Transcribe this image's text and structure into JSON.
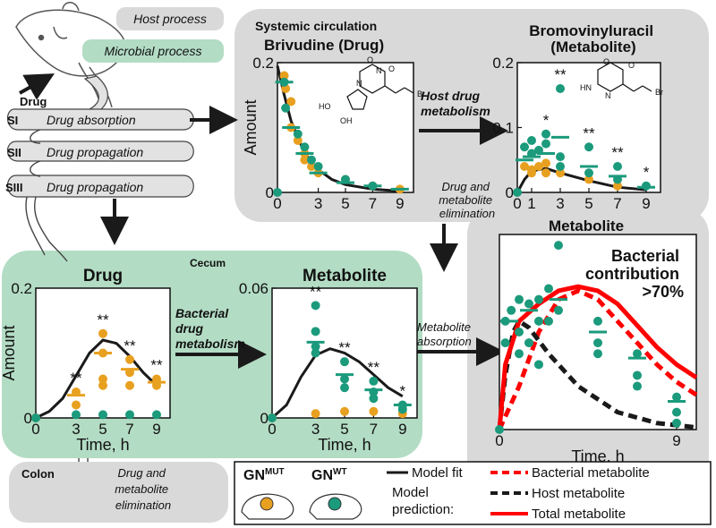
{
  "legend_host": "Host process",
  "legend_microbial": "Microbial process",
  "drug_label": "Drug",
  "sections": {
    "si": "SI",
    "sii": "SII",
    "siii": "SIII",
    "cecum": "Cecum",
    "colon": "Colon"
  },
  "process_labels": {
    "absorption": "Drug absorption",
    "propagation1": "Drug propagation",
    "propagation2": "Drug propagation",
    "host_metabolism": [
      "Host drug",
      "metabolism"
    ],
    "bacterial_metabolism": [
      "Bacterial",
      "drug",
      "metabolism"
    ],
    "elimination_top": [
      "Drug and",
      "metabolite",
      "elimination"
    ],
    "elimination_bottom": [
      "Drug and",
      "metabolite",
      "elimination"
    ],
    "metabolite_absorption": [
      "Metabolite",
      "absorption"
    ]
  },
  "systemic_header": "Systemic circulation",
  "brivudine_title": "Brivudine (Drug)",
  "bvu_title": [
    "Bromovinyluracil",
    "(Metabolite)"
  ],
  "metabolite_title": "Metabolite",
  "bacterial_contribution": [
    "Bacterial",
    "contribution",
    ">70%"
  ],
  "mol_labels": {
    "o": "O",
    "n": "N",
    "hn": "HN",
    "br": "Br",
    "ho": "HO",
    "oh": "OH"
  },
  "legend_box": {
    "gn_mut": "GN",
    "mut_sup": "MUT",
    "gn_wt": "GN",
    "wt_sup": "WT",
    "model_fit": "Model fit",
    "model_prediction": [
      "Model",
      "prediction:"
    ],
    "bacterial_metabolite": "Bacterial metabolite",
    "host_metabolite": "Host metabolite",
    "total_metabolite": "Total metabolite"
  },
  "colors": {
    "host_gray": "#d9d9d9",
    "microbial_green": "#b3dcc4",
    "gn_mut": "#e8a020",
    "gn_wt": "#1b9a7c",
    "red": "#ff0000",
    "black": "#1a1a1a"
  },
  "chart_data": [
    {
      "type": "scatter",
      "id": "brivudine",
      "title": "Brivudine (Drug)",
      "ylabel": "Amount",
      "xticks": [
        "0",
        "3",
        "5",
        "7",
        "9"
      ],
      "yticks": [
        "0",
        "0.2"
      ],
      "xlim": [
        0,
        10
      ],
      "ylim": [
        0,
        0.2
      ],
      "annotations": [],
      "series": [
        {
          "group": "GN_MUT",
          "points": [
            [
              0.5,
              0.18
            ],
            [
              0.6,
              0.16
            ],
            [
              1,
              0.14
            ],
            [
              1,
              0.1
            ],
            [
              1.5,
              0.08
            ],
            [
              2,
              0.06
            ],
            [
              2,
              0.05
            ],
            [
              2.5,
              0.04
            ],
            [
              3,
              0.03
            ],
            [
              5,
              0.02
            ],
            [
              7,
              0.01
            ],
            [
              9,
              0.005
            ]
          ]
        },
        {
          "group": "GN_WT",
          "points": [
            [
              0,
              0
            ],
            [
              0.5,
              0.17
            ],
            [
              0.6,
              0.13
            ],
            [
              1.5,
              0.09
            ],
            [
              2,
              0.07
            ],
            [
              2.5,
              0.05
            ],
            [
              3,
              0.04
            ],
            [
              5,
              0.02
            ],
            [
              7,
              0.01
            ]
          ]
        }
      ],
      "means": [
        [
          0.5,
          0.17
        ],
        [
          1,
          0.1
        ],
        [
          2,
          0.06
        ],
        [
          3,
          0.03
        ],
        [
          5,
          0.015
        ],
        [
          7,
          0.01
        ],
        [
          9,
          0.005
        ]
      ],
      "fit": [
        [
          0,
          0.195
        ],
        [
          0.5,
          0.15
        ],
        [
          1,
          0.11
        ],
        [
          2,
          0.06
        ],
        [
          3,
          0.035
        ],
        [
          4,
          0.02
        ],
        [
          5,
          0.012
        ],
        [
          7,
          0.005
        ],
        [
          9,
          0.002
        ]
      ]
    },
    {
      "type": "scatter",
      "id": "bvu",
      "title": "Bromovinyluracil (Metabolite)",
      "xticks": [
        "0",
        "1",
        "3",
        "5",
        "7",
        "9"
      ],
      "yticks": [
        "0",
        "0.1",
        "0.2"
      ],
      "xlim": [
        0,
        10
      ],
      "ylim": [
        0,
        0.2
      ],
      "annotations": [
        {
          "x": 3,
          "text": "**"
        },
        {
          "x": 2,
          "text": "*"
        },
        {
          "x": 5,
          "text": "**"
        },
        {
          "x": 7,
          "text": "**"
        },
        {
          "x": 9,
          "text": "*"
        }
      ],
      "series": [
        {
          "group": "GN_MUT",
          "points": [
            [
              0.5,
              0.04
            ],
            [
              1,
              0.035
            ],
            [
              1,
              0.03
            ],
            [
              1.5,
              0.04
            ],
            [
              2,
              0.03
            ],
            [
              2,
              0.045
            ],
            [
              3,
              0.03
            ],
            [
              5,
              0.02
            ],
            [
              7,
              0.01
            ]
          ]
        },
        {
          "group": "GN_WT",
          "points": [
            [
              0,
              0
            ],
            [
              0.5,
              0.07
            ],
            [
              1,
              0.06
            ],
            [
              1,
              0.08
            ],
            [
              1.5,
              0.065
            ],
            [
              2,
              0.09
            ],
            [
              2,
              0.075
            ],
            [
              3,
              0.16
            ],
            [
              3,
              0.055
            ],
            [
              3,
              0.04
            ],
            [
              5,
              0.07
            ],
            [
              5,
              0.03
            ],
            [
              7,
              0.04
            ],
            [
              7,
              0.02
            ],
            [
              9,
              0.01
            ]
          ]
        }
      ],
      "means": [
        [
          0.5,
          0.05
        ],
        [
          1,
          0.055
        ],
        [
          2,
          0.06
        ],
        [
          3,
          0.085
        ],
        [
          5,
          0.04
        ],
        [
          7,
          0.025
        ],
        [
          9,
          0.008
        ]
      ],
      "fit": [
        [
          0,
          0
        ],
        [
          0.5,
          0.02
        ],
        [
          1,
          0.033
        ],
        [
          2,
          0.037
        ],
        [
          3,
          0.03
        ],
        [
          5,
          0.018
        ],
        [
          7,
          0.008
        ],
        [
          9,
          0.004
        ]
      ]
    },
    {
      "type": "scatter",
      "id": "cecum_drug",
      "title": "Drug",
      "xlabel": "Time, h",
      "ylabel": "Amount",
      "xticks": [
        "0",
        "3",
        "5",
        "7",
        "9"
      ],
      "yticks": [
        "0",
        "0.2"
      ],
      "xlim": [
        0,
        10
      ],
      "ylim": [
        0,
        0.2
      ],
      "annotations": [
        {
          "x": 3,
          "text": "**"
        },
        {
          "x": 5,
          "text": "**"
        },
        {
          "x": 7,
          "text": "**"
        },
        {
          "x": 9,
          "text": "**"
        }
      ],
      "series": [
        {
          "group": "GN_MUT",
          "points": [
            [
              0,
              0
            ],
            [
              3,
              0.04
            ],
            [
              3,
              0.02
            ],
            [
              5,
              0.13
            ],
            [
              5,
              0.1
            ],
            [
              5,
              0.06
            ],
            [
              5,
              0.05
            ],
            [
              7,
              0.09
            ],
            [
              7,
              0.07
            ],
            [
              7,
              0.05
            ],
            [
              9,
              0.06
            ],
            [
              9,
              0.05
            ]
          ]
        },
        {
          "group": "GN_WT",
          "points": [
            [
              0,
              0
            ],
            [
              3,
              0.005
            ],
            [
              5,
              0.005
            ],
            [
              7,
              0.005
            ],
            [
              9,
              0.005
            ]
          ]
        }
      ],
      "means": [
        [
          3,
          0.035
        ],
        [
          5,
          0.1
        ],
        [
          7,
          0.075
        ],
        [
          9,
          0.055
        ]
      ],
      "fit": [
        [
          0,
          0
        ],
        [
          1,
          0.01
        ],
        [
          2,
          0.03
        ],
        [
          3,
          0.065
        ],
        [
          4,
          0.1
        ],
        [
          5,
          0.12
        ],
        [
          6,
          0.115
        ],
        [
          7,
          0.095
        ],
        [
          8,
          0.07
        ],
        [
          9,
          0.05
        ]
      ]
    },
    {
      "type": "scatter",
      "id": "cecum_metabolite",
      "title": "Metabolite",
      "xlabel": "Time, h",
      "xticks": [
        "0",
        "3",
        "5",
        "7",
        "9"
      ],
      "yticks": [
        "0",
        "0.06"
      ],
      "xlim": [
        0,
        10
      ],
      "ylim": [
        0,
        0.06
      ],
      "annotations": [
        {
          "x": 3,
          "text": "**"
        },
        {
          "x": 5,
          "text": "**"
        },
        {
          "x": 7,
          "text": "**"
        },
        {
          "x": 9,
          "text": "*"
        }
      ],
      "series": [
        {
          "group": "GN_MUT",
          "points": [
            [
              0,
              0
            ],
            [
              3,
              0.002
            ],
            [
              5,
              0.003
            ],
            [
              7,
              0.003
            ],
            [
              9,
              0.002
            ]
          ]
        },
        {
          "group": "GN_WT",
          "points": [
            [
              0,
              0
            ],
            [
              3,
              0.052
            ],
            [
              3,
              0.04
            ],
            [
              3,
              0.033
            ],
            [
              3,
              0.03
            ],
            [
              5,
              0.026
            ],
            [
              5,
              0.018
            ],
            [
              5,
              0.014
            ],
            [
              7,
              0.017
            ],
            [
              7,
              0.012
            ],
            [
              7,
              0.009
            ],
            [
              9,
              0.006
            ],
            [
              9,
              0.004
            ]
          ]
        }
      ],
      "means": [
        [
          3,
          0.035
        ],
        [
          5,
          0.02
        ],
        [
          7,
          0.013
        ],
        [
          9,
          0.006
        ]
      ],
      "fit": [
        [
          0,
          0
        ],
        [
          1,
          0.006
        ],
        [
          2,
          0.019
        ],
        [
          3,
          0.029
        ],
        [
          4,
          0.032
        ],
        [
          5,
          0.03
        ],
        [
          6,
          0.026
        ],
        [
          7,
          0.02
        ],
        [
          8,
          0.014
        ],
        [
          9,
          0.01
        ]
      ]
    },
    {
      "type": "line",
      "id": "systemic_metabolite",
      "title": "Metabolite",
      "xlabel": "Time, h",
      "xticks": [
        "0",
        "9"
      ],
      "xlim": [
        0,
        10
      ],
      "ylim": [
        0,
        0.09
      ],
      "series": [
        {
          "name": "Bacterial metabolite",
          "style": "dashed-red",
          "points": [
            [
              0,
              0
            ],
            [
              1,
              0.02
            ],
            [
              2,
              0.045
            ],
            [
              3,
              0.06
            ],
            [
              4,
              0.064
            ],
            [
              5,
              0.06
            ],
            [
              6,
              0.05
            ],
            [
              7,
              0.04
            ],
            [
              8,
              0.03
            ],
            [
              9,
              0.022
            ],
            [
              10,
              0.016
            ]
          ]
        },
        {
          "name": "Host metabolite",
          "style": "dashed-black",
          "points": [
            [
              0,
              0
            ],
            [
              0.3,
              0.025
            ],
            [
              0.7,
              0.045
            ],
            [
              1,
              0.05
            ],
            [
              1.5,
              0.047
            ],
            [
              2.5,
              0.035
            ],
            [
              4,
              0.02
            ],
            [
              6,
              0.008
            ],
            [
              8,
              0.003
            ],
            [
              10,
              0.001
            ]
          ]
        },
        {
          "name": "Total metabolite",
          "style": "solid-red",
          "points": [
            [
              0,
              0
            ],
            [
              0.3,
              0.03
            ],
            [
              1,
              0.05
            ],
            [
              2,
              0.058
            ],
            [
              3,
              0.064
            ],
            [
              4,
              0.066
            ],
            [
              5,
              0.064
            ],
            [
              6,
              0.058
            ],
            [
              7,
              0.048
            ],
            [
              8,
              0.038
            ],
            [
              9,
              0.03
            ],
            [
              10,
              0.024
            ]
          ]
        }
      ],
      "scatter": [
        {
          "group": "GN_WT",
          "points": [
            [
              0,
              0
            ],
            [
              0.3,
              0.04
            ],
            [
              0.3,
              0.05
            ],
            [
              0.6,
              0.055
            ],
            [
              1,
              0.06
            ],
            [
              1,
              0.045
            ],
            [
              1,
              0.035
            ],
            [
              1.5,
              0.058
            ],
            [
              1.5,
              0.04
            ],
            [
              2,
              0.06
            ],
            [
              2,
              0.05
            ],
            [
              2,
              0.03
            ],
            [
              2.5,
              0.05
            ],
            [
              2.5,
              0.065
            ],
            [
              3,
              0.085
            ],
            [
              3,
              0.055
            ],
            [
              5,
              0.05
            ],
            [
              5,
              0.04
            ],
            [
              5,
              0.035
            ],
            [
              7,
              0.035
            ],
            [
              7,
              0.025
            ],
            [
              7,
              0.02
            ],
            [
              9,
              0.015
            ],
            [
              9,
              0.008
            ],
            [
              9,
              0.003
            ]
          ]
        }
      ],
      "means": [
        [
          0.5,
          0.05
        ],
        [
          1.5,
          0.055
        ],
        [
          3,
          0.06
        ],
        [
          5,
          0.045
        ],
        [
          7,
          0.033
        ],
        [
          9,
          0.013
        ]
      ]
    }
  ]
}
